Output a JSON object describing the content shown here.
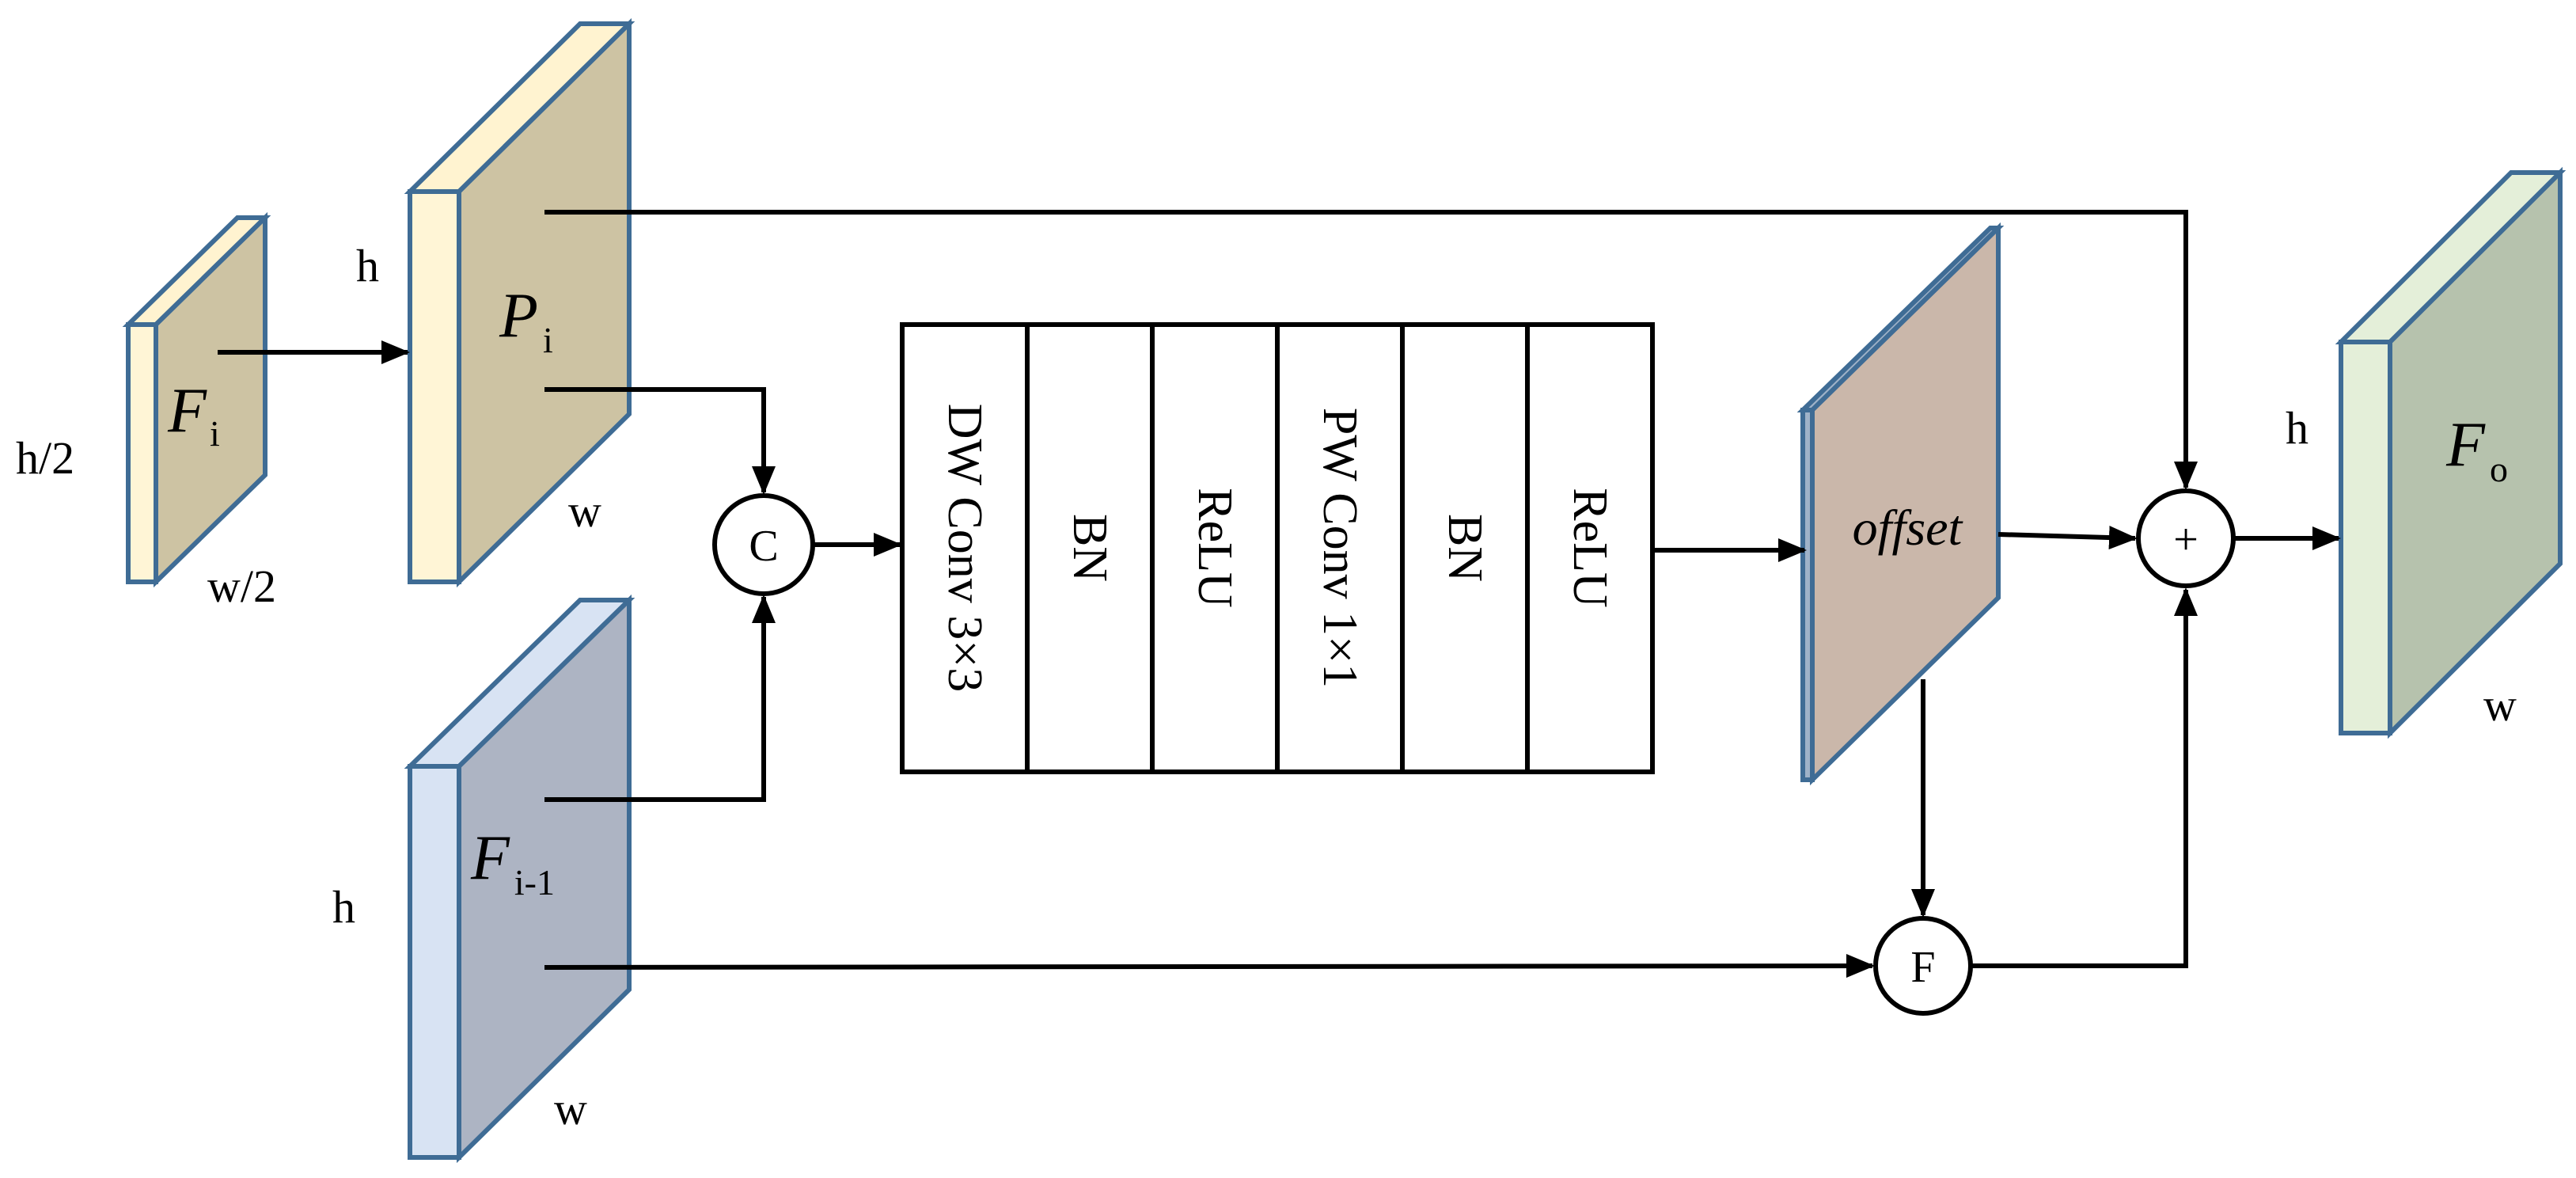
{
  "tensors": {
    "fi": {
      "main": "F",
      "sub": "i",
      "h_label": "h/2",
      "w_label": "w/2",
      "front": "#fff5d6",
      "side": "#cdc3a3",
      "top": "#fff3d0"
    },
    "pi": {
      "main": "P",
      "sub": "i",
      "h_label": "h",
      "w_label": "w",
      "front": "#fff5d6",
      "side": "#cdc3a3",
      "top": "#fff3d0"
    },
    "fim1": {
      "main": "F",
      "sub": "i-1",
      "h_label": "h",
      "w_label": "w",
      "front": "#d8e3f3",
      "side": "#adb4c3",
      "top": "#d8e3f3"
    },
    "offset": {
      "label": "offset",
      "side": "#cab7aa",
      "edge": "#9fb2c8"
    },
    "fo": {
      "main": "F",
      "sub": "o",
      "h_label": "h",
      "w_label": "w",
      "front": "#e4efd9",
      "side": "#b6c2ad",
      "top": "#e4efd9"
    }
  },
  "nodes": {
    "concat": "C",
    "fuse": "F",
    "add": "+"
  },
  "blocks": [
    "DW Conv 3×3",
    "BN",
    "ReLU",
    "PW Conv 1×1",
    "BN",
    "ReLU"
  ],
  "colors": {
    "tensor_border": "#3f6c95",
    "line": "#000000"
  }
}
